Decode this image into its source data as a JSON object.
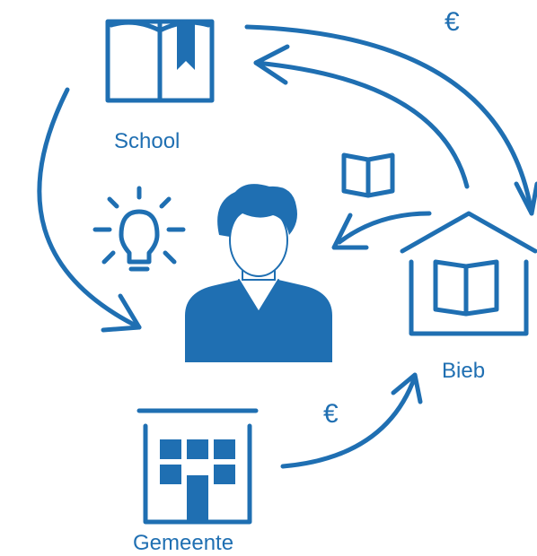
{
  "nodes": {
    "school": "School",
    "bieb": "Bieb",
    "gemeente": "Gemeente"
  },
  "money": {
    "top": "€",
    "bottom": "€"
  },
  "icons": [
    "book-icon",
    "library-house-icon",
    "town-hall-icon",
    "student-avatar-icon",
    "lightbulb-icon",
    "small-book-icon"
  ],
  "colors": {
    "accent": "#1f6fb2"
  }
}
